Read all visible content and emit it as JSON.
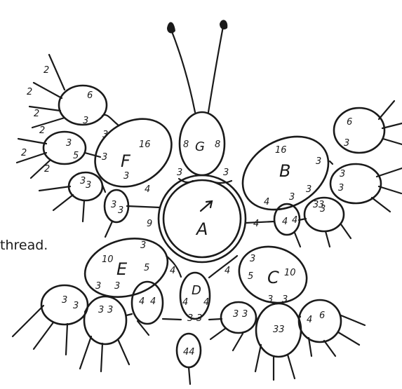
{
  "caption": "thread.",
  "center": {
    "label": "A",
    "count_right": "4"
  },
  "rings": {
    "A": {
      "label": "A"
    },
    "B": {
      "label": "B",
      "count": "16",
      "inner": [
        "3",
        "3",
        "3",
        "4"
      ]
    },
    "C": {
      "label": "C",
      "count": "10",
      "inner": [
        "3",
        "5",
        "3",
        "3"
      ]
    },
    "D": {
      "label": "D",
      "inner": [
        "4",
        "4",
        "3",
        "3"
      ]
    },
    "E": {
      "label": "E",
      "count": "10",
      "inner": [
        "3",
        "5",
        "3",
        "3"
      ]
    },
    "F": {
      "label": "F",
      "count": "16",
      "inner": [
        "3",
        "3",
        "3",
        "4"
      ]
    },
    "G": {
      "label": "G",
      "inner": [
        "8",
        "8"
      ]
    }
  },
  "joins": [
    "3",
    "3",
    "9",
    "4",
    "4",
    "4"
  ],
  "small_counts": [
    "2",
    "2",
    "2",
    "2",
    "2",
    "2",
    "6",
    "3",
    "3",
    "5",
    "3",
    "3",
    "3",
    "3",
    "6",
    "3",
    "3",
    "3",
    "3",
    "4",
    "4",
    "4",
    "3",
    "3",
    "3",
    "3",
    "3",
    "3",
    "6",
    "4",
    "4",
    "3",
    "3",
    "33"
  ]
}
